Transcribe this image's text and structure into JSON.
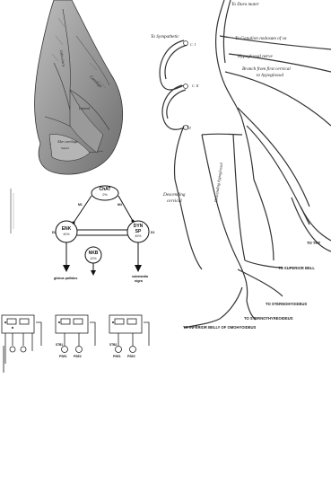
{
  "nerve_labels": {
    "dura_mater": "To Dura mater",
    "sympathetic": "To Sympathetic",
    "ganglion": "To Ganglion nodosum of va",
    "c1": "C. I",
    "c2": "C. II",
    "c3": "C. III",
    "hypoglossal_nerve": "Hypoglossal nerve",
    "branch_first_cervical_1": "Branch from first cervical",
    "branch_first_cervical_2": "to hypoglossal",
    "descending_cervical_1": "Descending",
    "descending_cervical_2": "cervical",
    "descending_hypoglossal": "Descending hypoglossal",
    "thyro": "TO THY",
    "superior_belly": "TO SUPERIOR BELL",
    "sternohyoideus": "TO STERNOHYOIDEUS",
    "sternothyreoideus": "TO STERNOTHYREOIDEUS",
    "inferior_belly": "TO INFERIOR BELLY OF OMOHYOIDEUS"
  },
  "anatomy_labels": {
    "label_a": "Orbicularis",
    "label_b": "Cartilage",
    "label_c": "Lateral",
    "label_d": "Alar cartilage",
    "label_e": "Septal"
  },
  "circuit": {
    "chat": {
      "name": "ChAT",
      "pct": "0%"
    },
    "enk": {
      "name": "ENK",
      "pct": "40%"
    },
    "dyn": {
      "name": "DYN",
      "sub": "SP",
      "pct": "40%"
    },
    "nks": {
      "name": "NKB",
      "pct": "10%"
    },
    "out_left_1": "globus pallidus",
    "out_right_1": "substantia",
    "out_right_2": "nigra",
    "m1": "M1",
    "m4": "M4",
    "d1": "D1",
    "d2": "D2"
  },
  "schematic": {
    "labels": [
      "PSE1",
      "PSE2",
      "PSE1",
      "PSE2"
    ],
    "small": [
      "STB1",
      "STB2"
    ]
  }
}
